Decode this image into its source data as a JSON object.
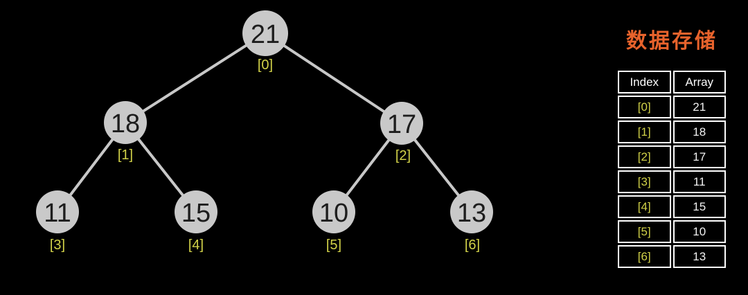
{
  "title": "数据存储",
  "tree": {
    "nodes": [
      {
        "value": "21",
        "index_label": "[0]"
      },
      {
        "value": "18",
        "index_label": "[1]"
      },
      {
        "value": "17",
        "index_label": "[2]"
      },
      {
        "value": "11",
        "index_label": "[3]"
      },
      {
        "value": "15",
        "index_label": "[4]"
      },
      {
        "value": "10",
        "index_label": "[5]"
      },
      {
        "value": "13",
        "index_label": "[6]"
      }
    ],
    "edges": [
      {
        "from": "21",
        "to": "18"
      },
      {
        "from": "21",
        "to": "17"
      },
      {
        "from": "18",
        "to": "11"
      },
      {
        "from": "18",
        "to": "15"
      },
      {
        "from": "17",
        "to": "10"
      },
      {
        "from": "17",
        "to": "13"
      }
    ]
  },
  "table": {
    "headers": {
      "index": "Index",
      "array": "Array"
    },
    "rows": [
      {
        "index": "[0]",
        "value": "21"
      },
      {
        "index": "[1]",
        "value": "18"
      },
      {
        "index": "[2]",
        "value": "17"
      },
      {
        "index": "[3]",
        "value": "11"
      },
      {
        "index": "[4]",
        "value": "15"
      },
      {
        "index": "[5]",
        "value": "10"
      },
      {
        "index": "[6]",
        "value": "13"
      }
    ]
  },
  "colors": {
    "background": "#000000",
    "node_fill": "#c9c9c9",
    "node_text": "#1d1d1d",
    "edge": "#c8c8c8",
    "index_yellow": "#d1d148",
    "title_orange": "#e8632c",
    "table_border": "#ffffff",
    "table_text": "#f2f2f2"
  }
}
